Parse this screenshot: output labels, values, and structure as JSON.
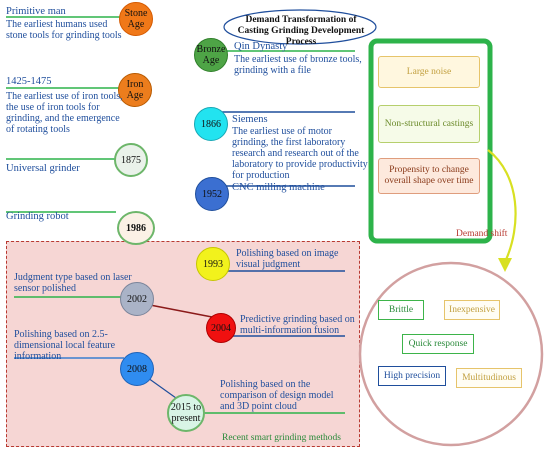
{
  "title": "Demand Transformation of Casting Grinding Development Process",
  "timeline": [
    {
      "label": "Stone Age",
      "heading": "Primitive man",
      "desc": "The earliest humans used stone tools for grinding tools"
    },
    {
      "label": "Bronze Age",
      "heading": "Qin Dynasty",
      "desc": "The earliest use of bronze tools, grinding with a file"
    },
    {
      "label": "Iron Age",
      "heading": "1425-1475",
      "desc": "The earliest use of iron tools, the use of iron tools for grinding, and the emergence of rotating tools"
    },
    {
      "label": "1866",
      "heading": "Siemens",
      "desc": "The earliest use of motor grinding, the first laboratory research and research out of the laboratory to provide productivity for production"
    },
    {
      "label": "1875",
      "heading": "",
      "desc": "Universal grinder"
    },
    {
      "label": "1952",
      "heading": "",
      "desc": "CNC milling machine"
    },
    {
      "label": "1986",
      "heading": "",
      "desc": "Grinding robot"
    }
  ],
  "smart": {
    "caption": "Recent smart grinding methods",
    "items": [
      {
        "label": "1993",
        "desc": "Polishing based on image visual judgment"
      },
      {
        "label": "2002",
        "desc": "Judgment type based on laser sensor polished"
      },
      {
        "label": "2004",
        "desc": "Predictive grinding based on multi-information fusion"
      },
      {
        "label": "2008",
        "desc": "Polishing based on 2.5-dimensional local feature information"
      },
      {
        "label": "2015 to present",
        "desc": "Polishing based on the comparison of design model and 3D point cloud"
      }
    ]
  },
  "old_demands": [
    "Large noise",
    "Non-structural castings",
    "Propensity to change overall shape over time"
  ],
  "demand_shift": "Demand shift",
  "new_demands": [
    "Brittle",
    "Inexpensive",
    "Quick response",
    "High precision",
    "Multitudinous"
  ],
  "colors": {
    "blue_text": "#1f4e9c",
    "green_frame": "#2db34a",
    "pink_box": "#f6d6d4",
    "dashed_red": "#b83a32",
    "circle_border": "#d2a0a0",
    "arrow_yellow": "#d8e022"
  }
}
